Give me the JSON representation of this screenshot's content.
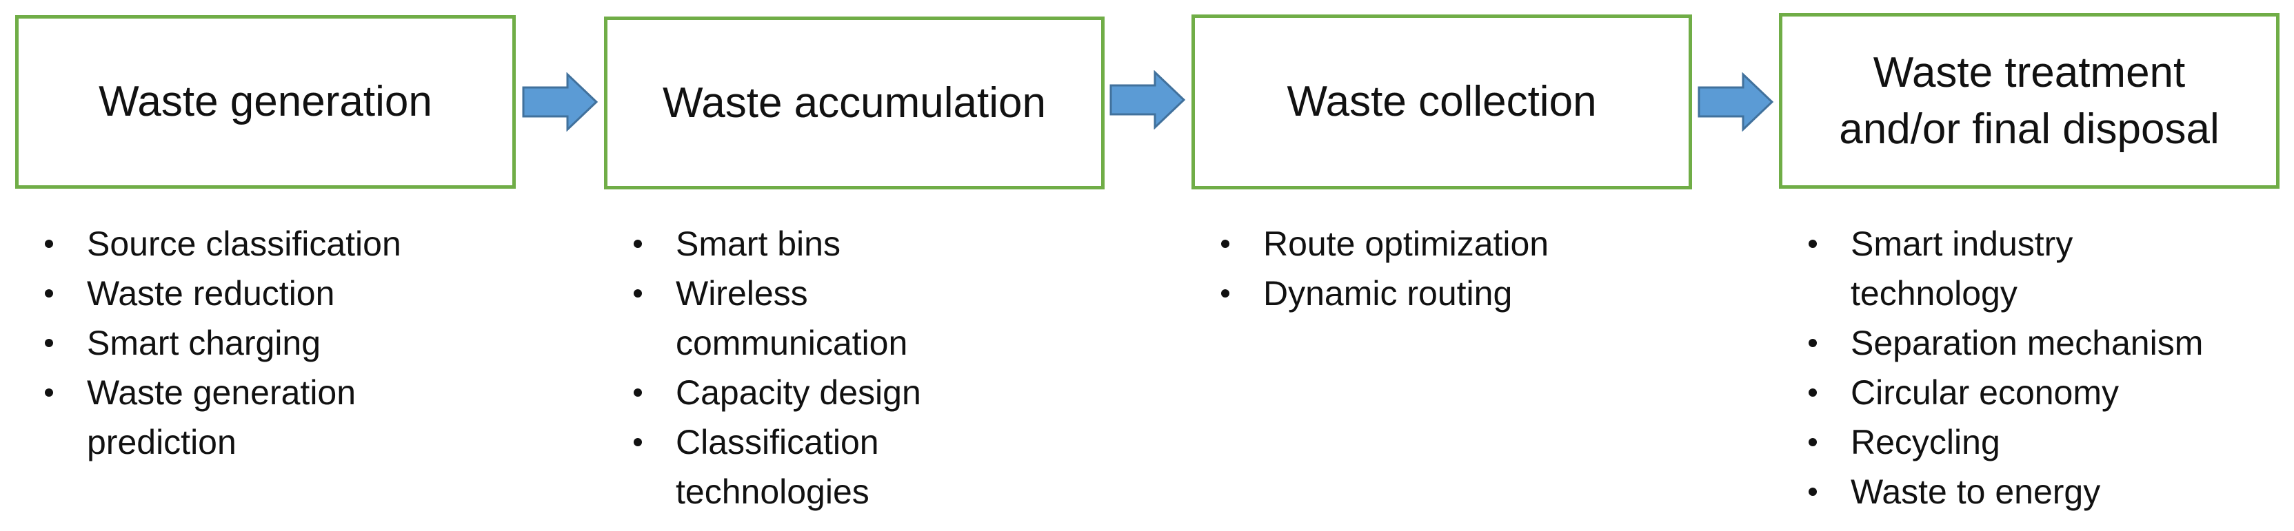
{
  "colors": {
    "box_border": "#70ad47",
    "arrow_fill": "#5b9bd5",
    "arrow_stroke": "#41719c",
    "text": "#111111"
  },
  "stages": [
    {
      "title_lines": [
        "Waste generation"
      ],
      "items": [
        "Source classification",
        "Waste reduction",
        "Smart charging",
        "Waste generation prediction"
      ]
    },
    {
      "title_lines": [
        "Waste accumulation"
      ],
      "items": [
        "Smart bins",
        "Wireless communication",
        "Capacity design",
        "Classification technologies"
      ]
    },
    {
      "title_lines": [
        "Waste collection"
      ],
      "items": [
        "Route optimization",
        "Dynamic routing"
      ]
    },
    {
      "title_lines": [
        "Waste treatment",
        "and/or final disposal"
      ],
      "items": [
        "Smart industry technology",
        "Separation mechanism",
        "Circular economy",
        "Recycling",
        "Waste to energy"
      ]
    }
  ],
  "arrows": [
    {
      "icon": "right-arrow-icon"
    },
    {
      "icon": "right-arrow-icon"
    },
    {
      "icon": "right-arrow-icon"
    }
  ]
}
